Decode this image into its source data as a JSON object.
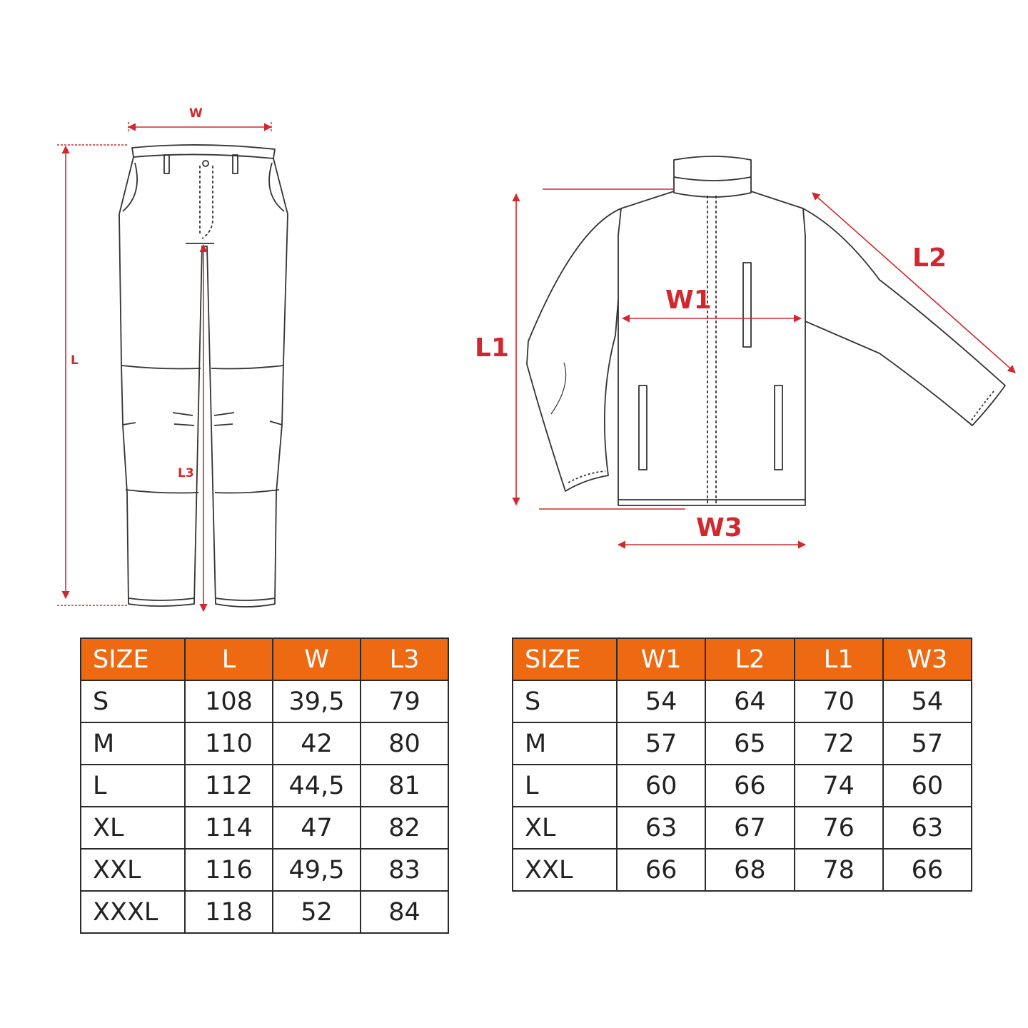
{
  "pants": {
    "labels": {
      "w": "W",
      "l": "L",
      "l3": "L3"
    },
    "table": {
      "headers": [
        "SIZE",
        "L",
        "W",
        "L3"
      ],
      "rows": [
        [
          "S",
          "108",
          "39,5",
          "79"
        ],
        [
          "M",
          "110",
          "42",
          "80"
        ],
        [
          "L",
          "112",
          "44,5",
          "81"
        ],
        [
          "XL",
          "114",
          "47",
          "82"
        ],
        [
          "XXL",
          "116",
          "49,5",
          "83"
        ],
        [
          "XXXL",
          "118",
          "52",
          "84"
        ]
      ]
    }
  },
  "jacket": {
    "labels": {
      "l1": "L1",
      "l2": "L2",
      "w1": "W1",
      "w3": "W3"
    },
    "table": {
      "headers": [
        "SIZE",
        "W1",
        "L2",
        "L1",
        "W3"
      ],
      "rows": [
        [
          "S",
          "54",
          "64",
          "70",
          "54"
        ],
        [
          "M",
          "57",
          "65",
          "72",
          "57"
        ],
        [
          "L",
          "60",
          "66",
          "74",
          "60"
        ],
        [
          "XL",
          "63",
          "67",
          "76",
          "63"
        ],
        [
          "XXL",
          "66",
          "68",
          "78",
          "66"
        ]
      ]
    }
  },
  "colors": {
    "accent_orange": "#ee6a12",
    "dimension_red": "#d0282e",
    "outline": "#2a2a2a"
  }
}
